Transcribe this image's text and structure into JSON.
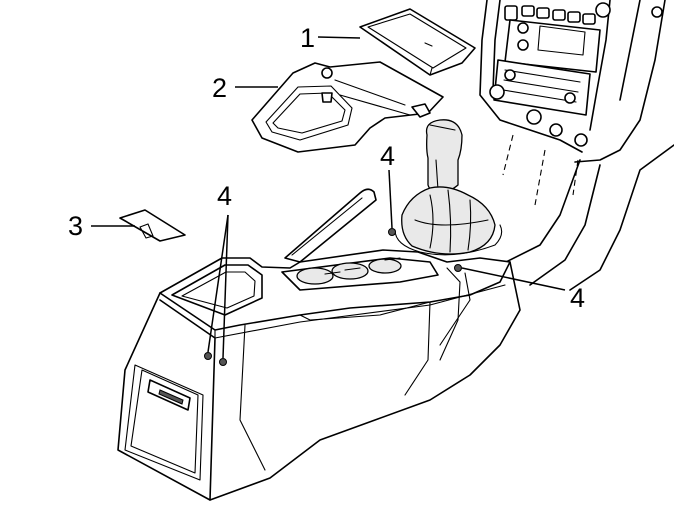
{
  "callouts": [
    {
      "id": "c1",
      "text": "1"
    },
    {
      "id": "c2",
      "text": "2"
    },
    {
      "id": "c3",
      "text": "3"
    },
    {
      "id": "c4a",
      "text": "4"
    },
    {
      "id": "c4b",
      "text": "4"
    },
    {
      "id": "c4c",
      "text": "4"
    }
  ]
}
